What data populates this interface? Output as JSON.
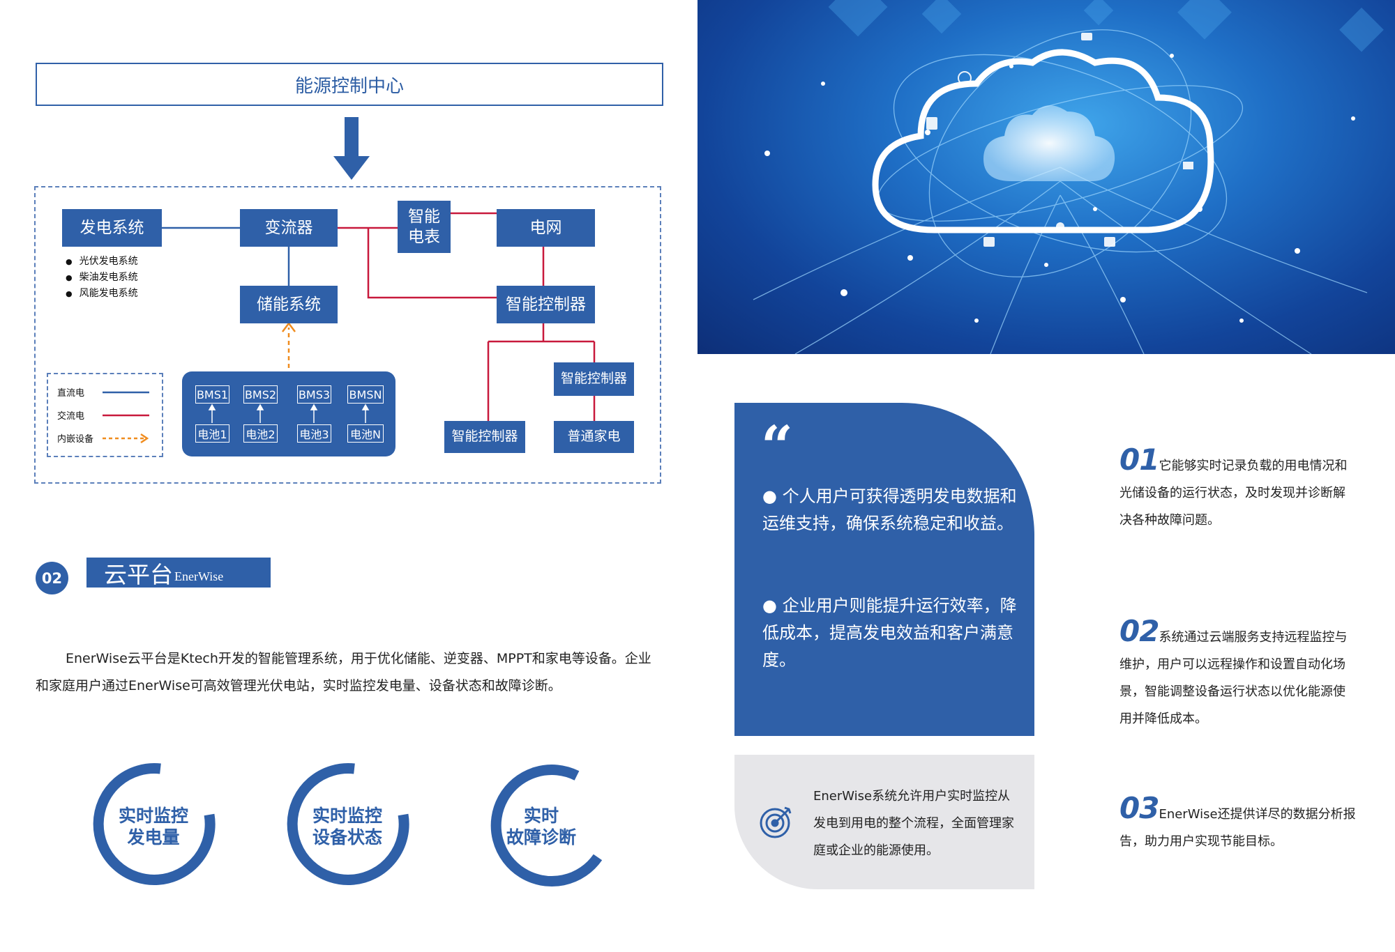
{
  "diagram": {
    "title": "能源控制中心",
    "nodes": {
      "generation": "发电系统",
      "inverter": "变流器",
      "meter": "智能\n电表",
      "grid": "电网",
      "storage": "储能系统",
      "controller_main": "智能控制器",
      "controller_right": "智能控制器",
      "controller_left": "智能控制器",
      "appliance": "普通家电"
    },
    "generation_types": [
      "光伏发电系统",
      "柴油发电系统",
      "风能发电系统"
    ],
    "bms": [
      "BMS1",
      "BMS2",
      "BMS3",
      "BMSN"
    ],
    "batteries": [
      "电池1",
      "电池2",
      "电池3",
      "电池N"
    ],
    "legend": [
      {
        "label": "直流电",
        "color": "#2f60a8"
      },
      {
        "label": "交流电",
        "color": "#c8193c"
      },
      {
        "label": "内嵌设备",
        "color": "#f08c1e"
      }
    ]
  },
  "section": {
    "number": "02",
    "title": "云平台",
    "title_suffix": "EnerWise",
    "intro": "EnerWise云平台是Ktech开发的智能管理系统，用于优化储能、逆变器、MPPT和家电等设备。企业和家庭用户通过EnerWise可高效管理光伏电站，实时监控发电量、设备状态和故障诊断。"
  },
  "rings": [
    {
      "line1": "实时监控",
      "line2": "发电量"
    },
    {
      "line1": "实时监控",
      "line2": "设备状态"
    },
    {
      "line1": "实时",
      "line2": "故障诊断"
    }
  ],
  "quote": {
    "mark": "“",
    "point1": "● 个人用户可获得透明发电数据和运维支持，确保系统稳定和收益。",
    "point2": "● 企业用户则能提升运行效率，降低成本，提高发电效益和客户满意度。"
  },
  "gray_card": {
    "icon": "target-icon",
    "text": "EnerWise系统允许用户实时监控从发电到用电的整个流程，全面管理家庭或企业的能源使用。"
  },
  "features": [
    {
      "num": "01",
      "text": "它能够实时记录负载的用电情况和光储设备的运行状态，及时发现并诊断解决各种故障问题。"
    },
    {
      "num": "02",
      "text": "系统通过云端服务支持远程监控与维护，用户可以远程操作和设置自动化场景，智能调整设备运行状态以优化能源使用并降低成本。"
    },
    {
      "num": "03",
      "text": "EnerWise还提供详尽的数据分析报告，助力用户实现节能目标。"
    }
  ],
  "colors": {
    "primary": "#2f60a8",
    "ac_line": "#c8193c",
    "embedded": "#f08c1e",
    "gray_card": "#e6e6e9"
  }
}
